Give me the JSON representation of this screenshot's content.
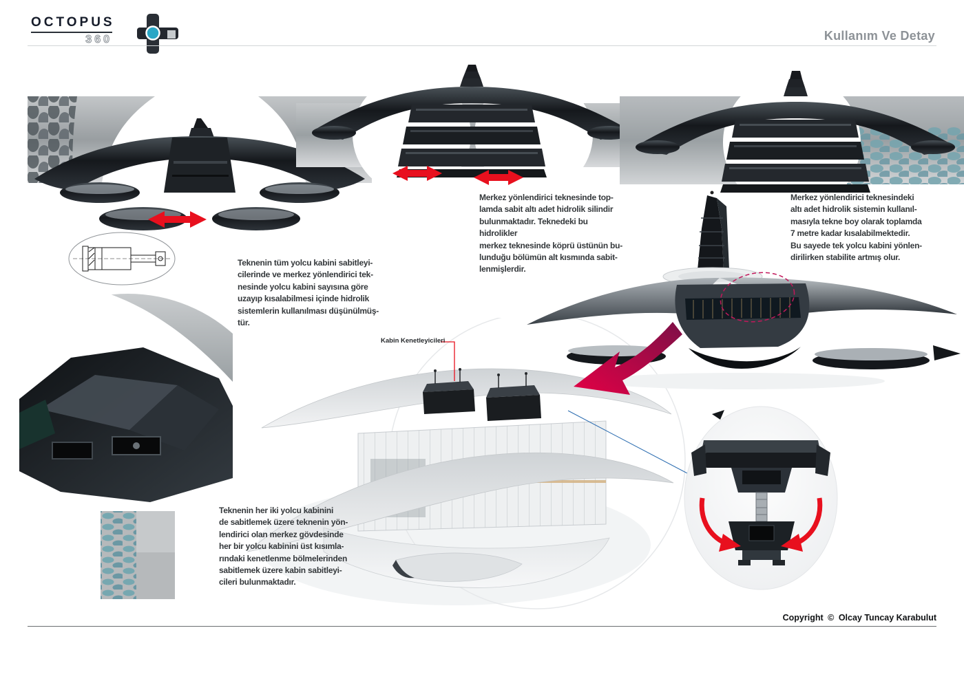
{
  "header": {
    "logo_text": "OCTOPUS",
    "logo_sub": "360",
    "page_title": "Kullanım Ve Detay"
  },
  "notes": {
    "left": "Teknenin tüm yolcu kabini sabitleyi-\ncilerinde ve merkez yönlendirici tek-\nnesinde yolcu kabini sayısına göre\nuzayıp kısalabilmesi içinde hidrolik\nsistemlerin kullanılması düşünülmüş-\ntür.",
    "center": "Merkez yönlendirici teknesinde top-\nlamda sabit altı adet hidrolik silindir\nbulunmaktadır. Teknedeki bu hidrolikler\nmerkez teknesinde köprü üstünün bu-\nlunduğu bölümün alt kısmında sabit-\nlenmişlerdir.",
    "right": "Merkez yönlendirici teknesindeki\naltı adet hidrolik sistemin kullanıl-\nmasıyla tekne boy olarak toplamda\n7 metre kadar kısalabilmektedir.\nBu sayede tek yolcu kabini yönlen-\ndirilirken stabilite artmış olur.",
    "bottom": "Teknenin her iki yolcu kabinini\nde sabitlemek üzere teknenin yön-\nlendirici olan merkez gövdesinde\nher bir yolcu kabinini üst kısımla-\nrındaki kenetlenme bölmelerinden\nsabitlemek üzere kabin sabitleyi-\ncileri bulunmaktadır.",
    "cabin_clamps_label": "Kabin Kenetleyicileri"
  },
  "footer": {
    "copyright_label": "Copyright",
    "copyright_symbol": "©",
    "copyright_name": "Olcay Tuncay Karabulut"
  },
  "colors": {
    "accent_red": "#e8101e",
    "arrow_crimson": "#d4003c",
    "annotation_pink": "#c2185b",
    "teal": "#2ba7c6",
    "title_grey": "#8d9297",
    "text_dark": "#34383b",
    "hull_dark": "#15181c",
    "connector_blue": "#2b6cb0"
  }
}
